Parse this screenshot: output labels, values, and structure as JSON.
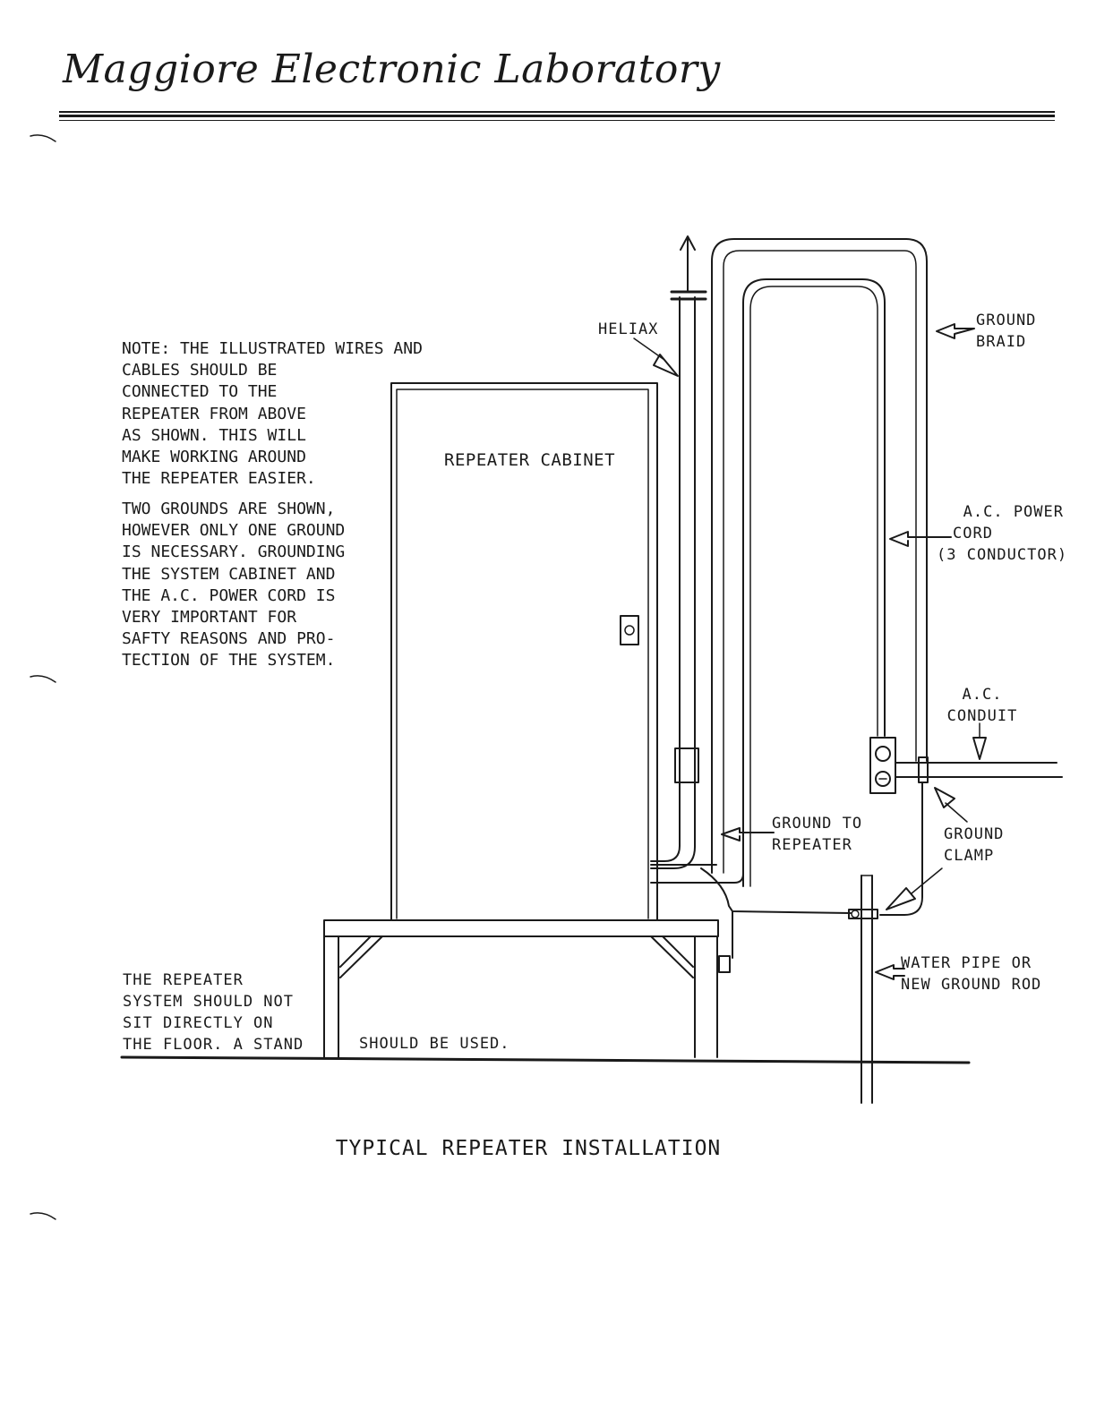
{
  "header": {
    "title": "Maggiore Electronic Laboratory"
  },
  "notes": {
    "lines_a": [
      "NOTE: THE ILLUSTRATED WIRES AND",
      "CABLES SHOULD BE",
      "CONNECTED TO THE",
      "REPEATER FROM ABOVE",
      "AS SHOWN. THIS WILL",
      "MAKE WORKING AROUND",
      "THE REPEATER EASIER."
    ],
    "lines_b": [
      "TWO GROUNDS ARE SHOWN,",
      "HOWEVER ONLY ONE GROUND",
      "IS NECESSARY. GROUNDING",
      "THE SYSTEM CABINET AND",
      "THE A.C. POWER CORD IS",
      "VERY IMPORTANT FOR",
      "SAFTY REASONS AND PRO-",
      "TECTION OF THE SYSTEM."
    ]
  },
  "labels": {
    "cabinet": "REPEATER CABINET",
    "heliax": "HELIAX",
    "ground_braid": [
      "GROUND",
      "BRAID"
    ],
    "ac_power_cord": [
      "A.C. POWER",
      "CORD",
      "(3 CONDUCTOR)"
    ],
    "ac_conduit": [
      "A.C.",
      "CONDUIT"
    ],
    "ground_clamp": [
      "GROUND",
      "CLAMP"
    ],
    "ground_to_repeater": [
      "GROUND TO",
      "REPEATER"
    ],
    "water_pipe": [
      "WATER PIPE OR",
      "NEW GROUND ROD"
    ]
  },
  "floor_note": {
    "lines": [
      "THE REPEATER",
      "SYSTEM SHOULD NOT",
      "SIT DIRECTLY ON",
      "THE FLOOR. A STAND"
    ],
    "continuation": "SHOULD BE USED."
  },
  "caption": "TYPICAL REPEATER INSTALLATION"
}
